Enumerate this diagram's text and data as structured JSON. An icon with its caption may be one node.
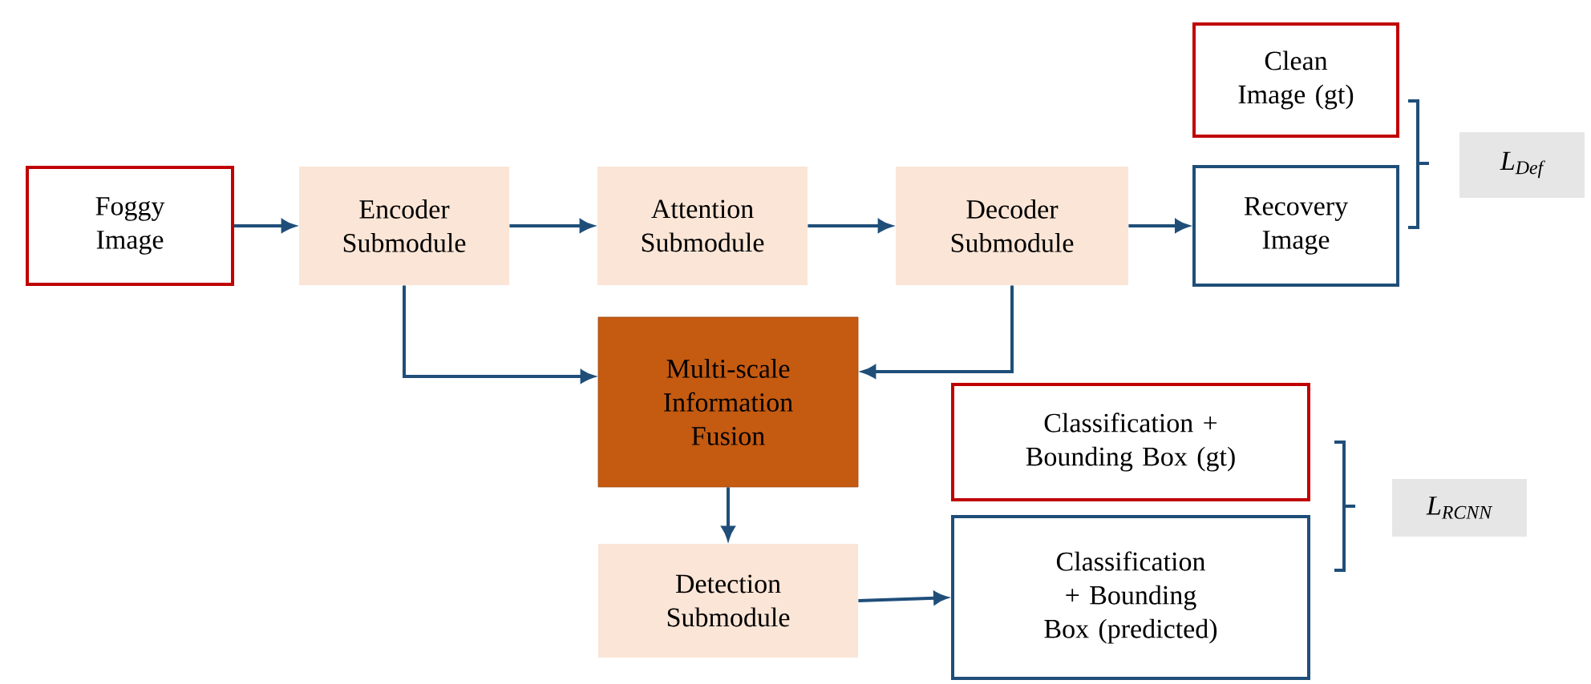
{
  "diagram": {
    "nodes": [
      {
        "text": [
          "Foggy Image"
        ]
      },
      {
        "text": [
          "Encoder Submodule"
        ]
      },
      {
        "text": [
          "Attention Submodule"
        ]
      },
      {
        "text": [
          "Decoder Submodule"
        ]
      },
      {
        "text": [
          "Clean Image (gt)"
        ]
      },
      {
        "text": [
          "Recovery Image"
        ]
      },
      {
        "text": [
          "L$_{Def}$"
        ]
      },
      {
        "text": [
          "Multi-scale Information Fusion"
        ]
      },
      {
        "text": [
          "Classification + Bounding Box (gt)"
        ]
      },
      {
        "text": [
          "L$_{RCNN}$"
        ]
      },
      {
        "text": [
          "Detection Submodule"
        ]
      },
      {
        "text": [
          "Classification + Bounding Box (predicted)"
        ]
      }
    ],
    "edges": [
      {
        "from": 0,
        "to": 1,
        "arrow": "to"
      },
      {
        "from": 1,
        "to": 2,
        "arrow": "to"
      },
      {
        "from": 2,
        "to": 3,
        "arrow": "to"
      },
      {
        "from": 3,
        "to": 5,
        "arrow": "to"
      },
      {
        "from": 1,
        "to": 7,
        "arrow": "to"
      },
      {
        "from": 3,
        "to": 7,
        "arrow": "to"
      },
      {
        "from": 7,
        "to": 10,
        "arrow": "to"
      },
      {
        "from": 10,
        "to": 11,
        "arrow": "to"
      }
    ]
  }
}
